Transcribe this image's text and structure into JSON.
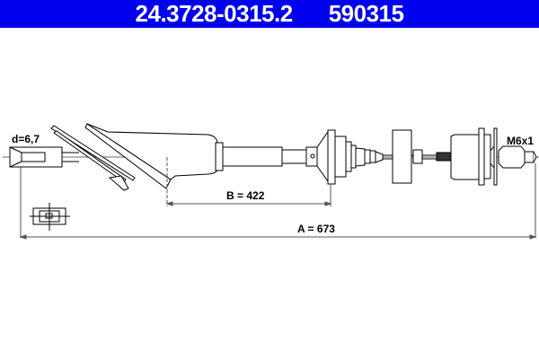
{
  "header": {
    "part_number": "24.3728-0315.2",
    "ref_number": "590315",
    "background_color": "#0000ee"
  },
  "drawing": {
    "diameter_label": "d=6,7",
    "thread_label": "M6x1",
    "dimension_b": "B = 422",
    "dimension_a": "A = 673"
  }
}
